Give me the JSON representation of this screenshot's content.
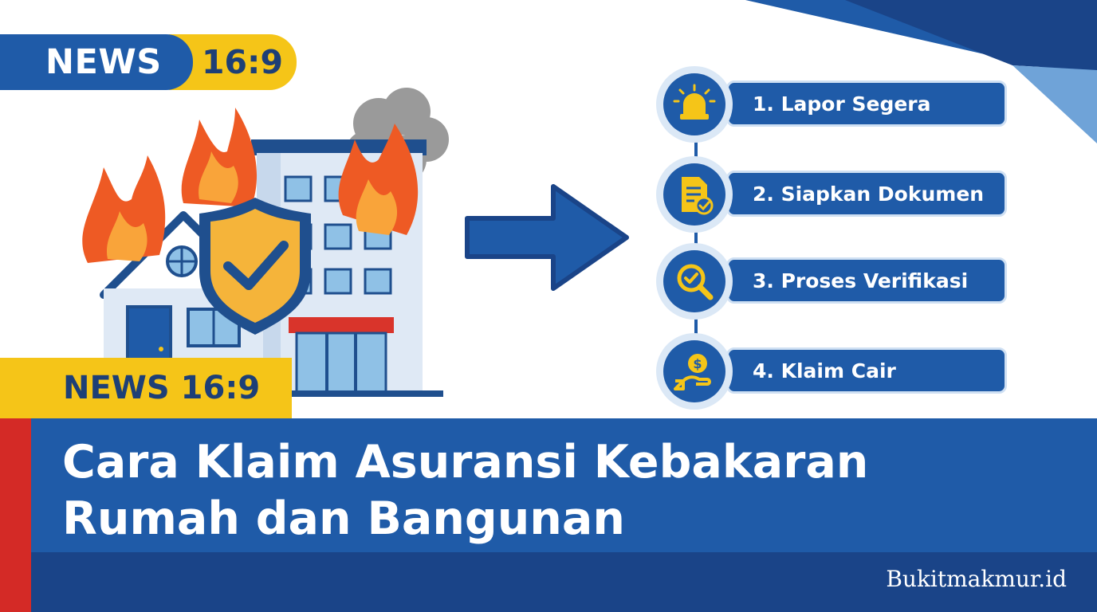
{
  "top_badge": {
    "left": "NEWS",
    "right": "16:9"
  },
  "lower_badge": "NEWS 16:9",
  "steps": [
    {
      "label": "1. Lapor Segera",
      "icon": "siren-icon"
    },
    {
      "label": "2. Siapkan Dokumen",
      "icon": "document-check-icon"
    },
    {
      "label": "3. Proses Verifikasi",
      "icon": "magnifier-check-icon"
    },
    {
      "label": "4. Klaim Cair",
      "icon": "money-hand-icon"
    }
  ],
  "headline": {
    "line1": "Cara Klaim Asuransi Kebakaran",
    "line2": "Rumah dan Bangunan"
  },
  "site": "Bukitmakmur.id",
  "colors": {
    "primary_blue": "#1f5ba8",
    "dark_blue": "#1a4488",
    "yellow": "#f5c518",
    "red": "#d42a26",
    "text_navy": "#1d3f76"
  }
}
